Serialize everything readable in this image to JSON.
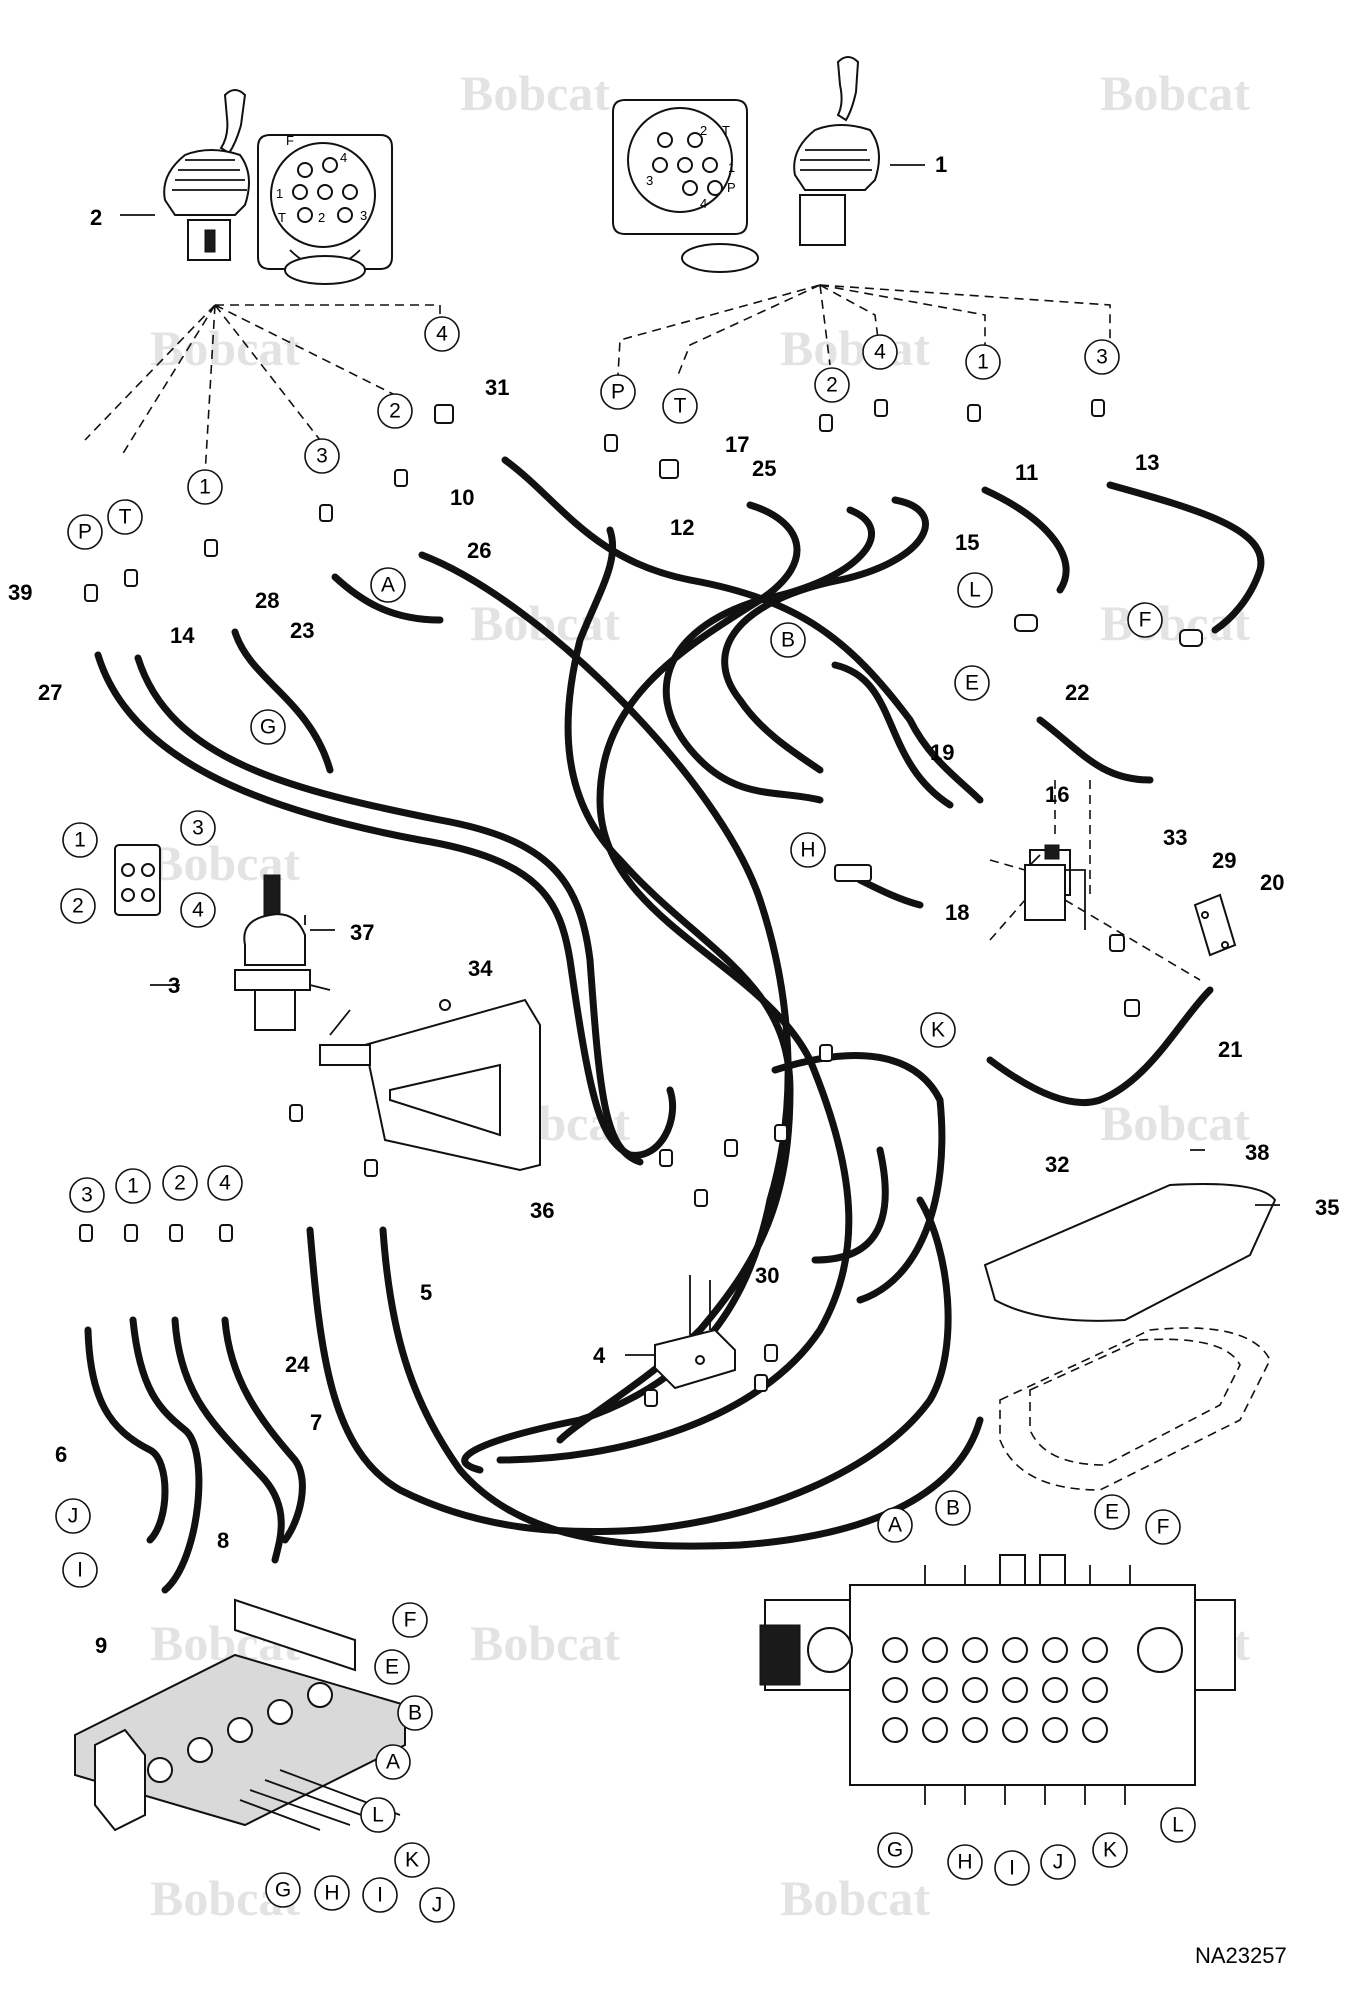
{
  "watermark": "Bobcat",
  "drawing_ref": "NA23257",
  "part_numbers": [
    "1",
    "2",
    "3",
    "4",
    "5",
    "6",
    "7",
    "8",
    "9",
    "10",
    "11",
    "12",
    "13",
    "14",
    "15",
    "16",
    "17",
    "18",
    "19",
    "20",
    "21",
    "22",
    "23",
    "24",
    "25",
    "26",
    "27",
    "28",
    "29",
    "30",
    "31",
    "32",
    "33",
    "34",
    "35",
    "36",
    "37",
    "38",
    "39"
  ],
  "port_letters": [
    "A",
    "B",
    "E",
    "F",
    "G",
    "H",
    "I",
    "J",
    "K",
    "L"
  ],
  "port_numbers": [
    "1",
    "2",
    "3",
    "4"
  ],
  "port_ptt": [
    "P",
    "T"
  ],
  "joystick_face_labels": [
    "F",
    "4",
    "1",
    "3",
    "T",
    "2",
    "2",
    "T",
    "3",
    "1",
    "P",
    "4"
  ]
}
